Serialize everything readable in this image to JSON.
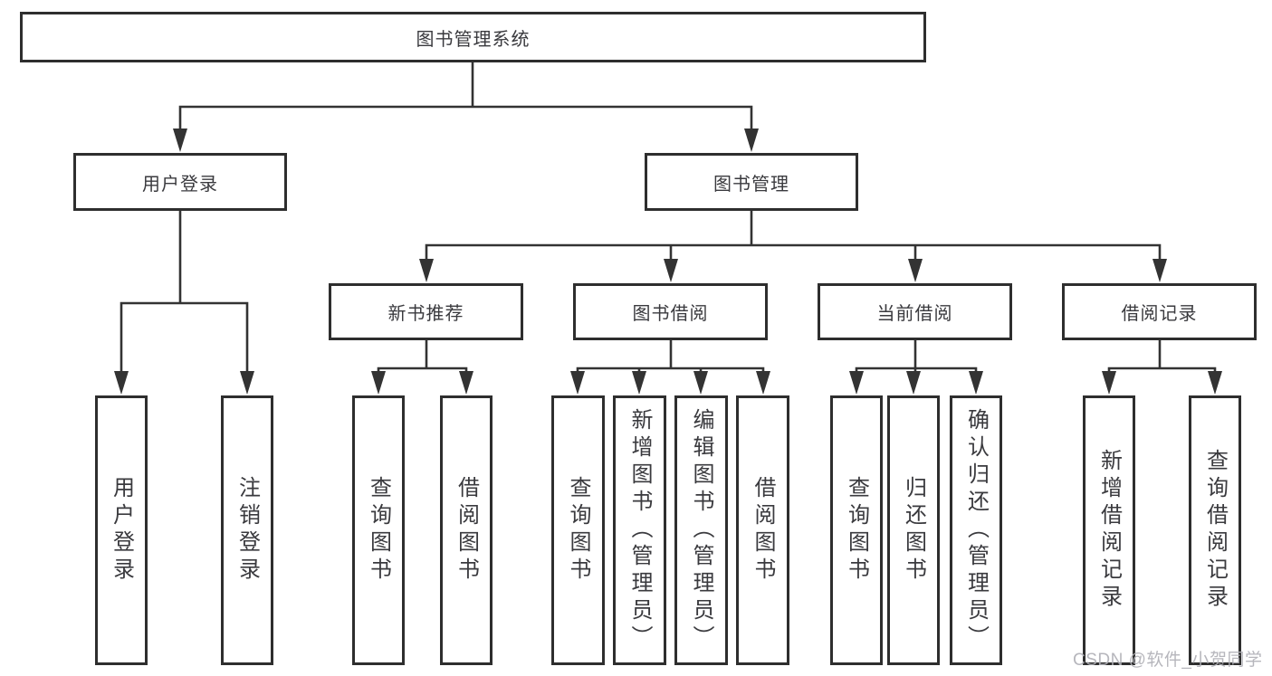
{
  "watermark": "CSDN @软件_小贺同学",
  "tree": {
    "root": {
      "label": "图书管理系统",
      "children": [
        {
          "label": "用户登录",
          "children": [
            {
              "label": "用户登录"
            },
            {
              "label": "注销登录"
            }
          ]
        },
        {
          "label": "图书管理",
          "children": [
            {
              "label": "新书推荐",
              "children": [
                {
                  "label": "查询图书"
                },
                {
                  "label": "借阅图书"
                }
              ]
            },
            {
              "label": "图书借阅",
              "children": [
                {
                  "label": "查询图书"
                },
                {
                  "label": "新增图书（管理员）"
                },
                {
                  "label": "编辑图书（管理员）"
                },
                {
                  "label": "借阅图书"
                }
              ]
            },
            {
              "label": "当前借阅",
              "children": [
                {
                  "label": "查询图书"
                },
                {
                  "label": "归还图书"
                },
                {
                  "label": "确认归还（管理员）"
                }
              ]
            },
            {
              "label": "借阅记录",
              "children": [
                {
                  "label": "新增借阅记录"
                },
                {
                  "label": "查询借阅记录"
                }
              ]
            }
          ]
        }
      ]
    }
  }
}
